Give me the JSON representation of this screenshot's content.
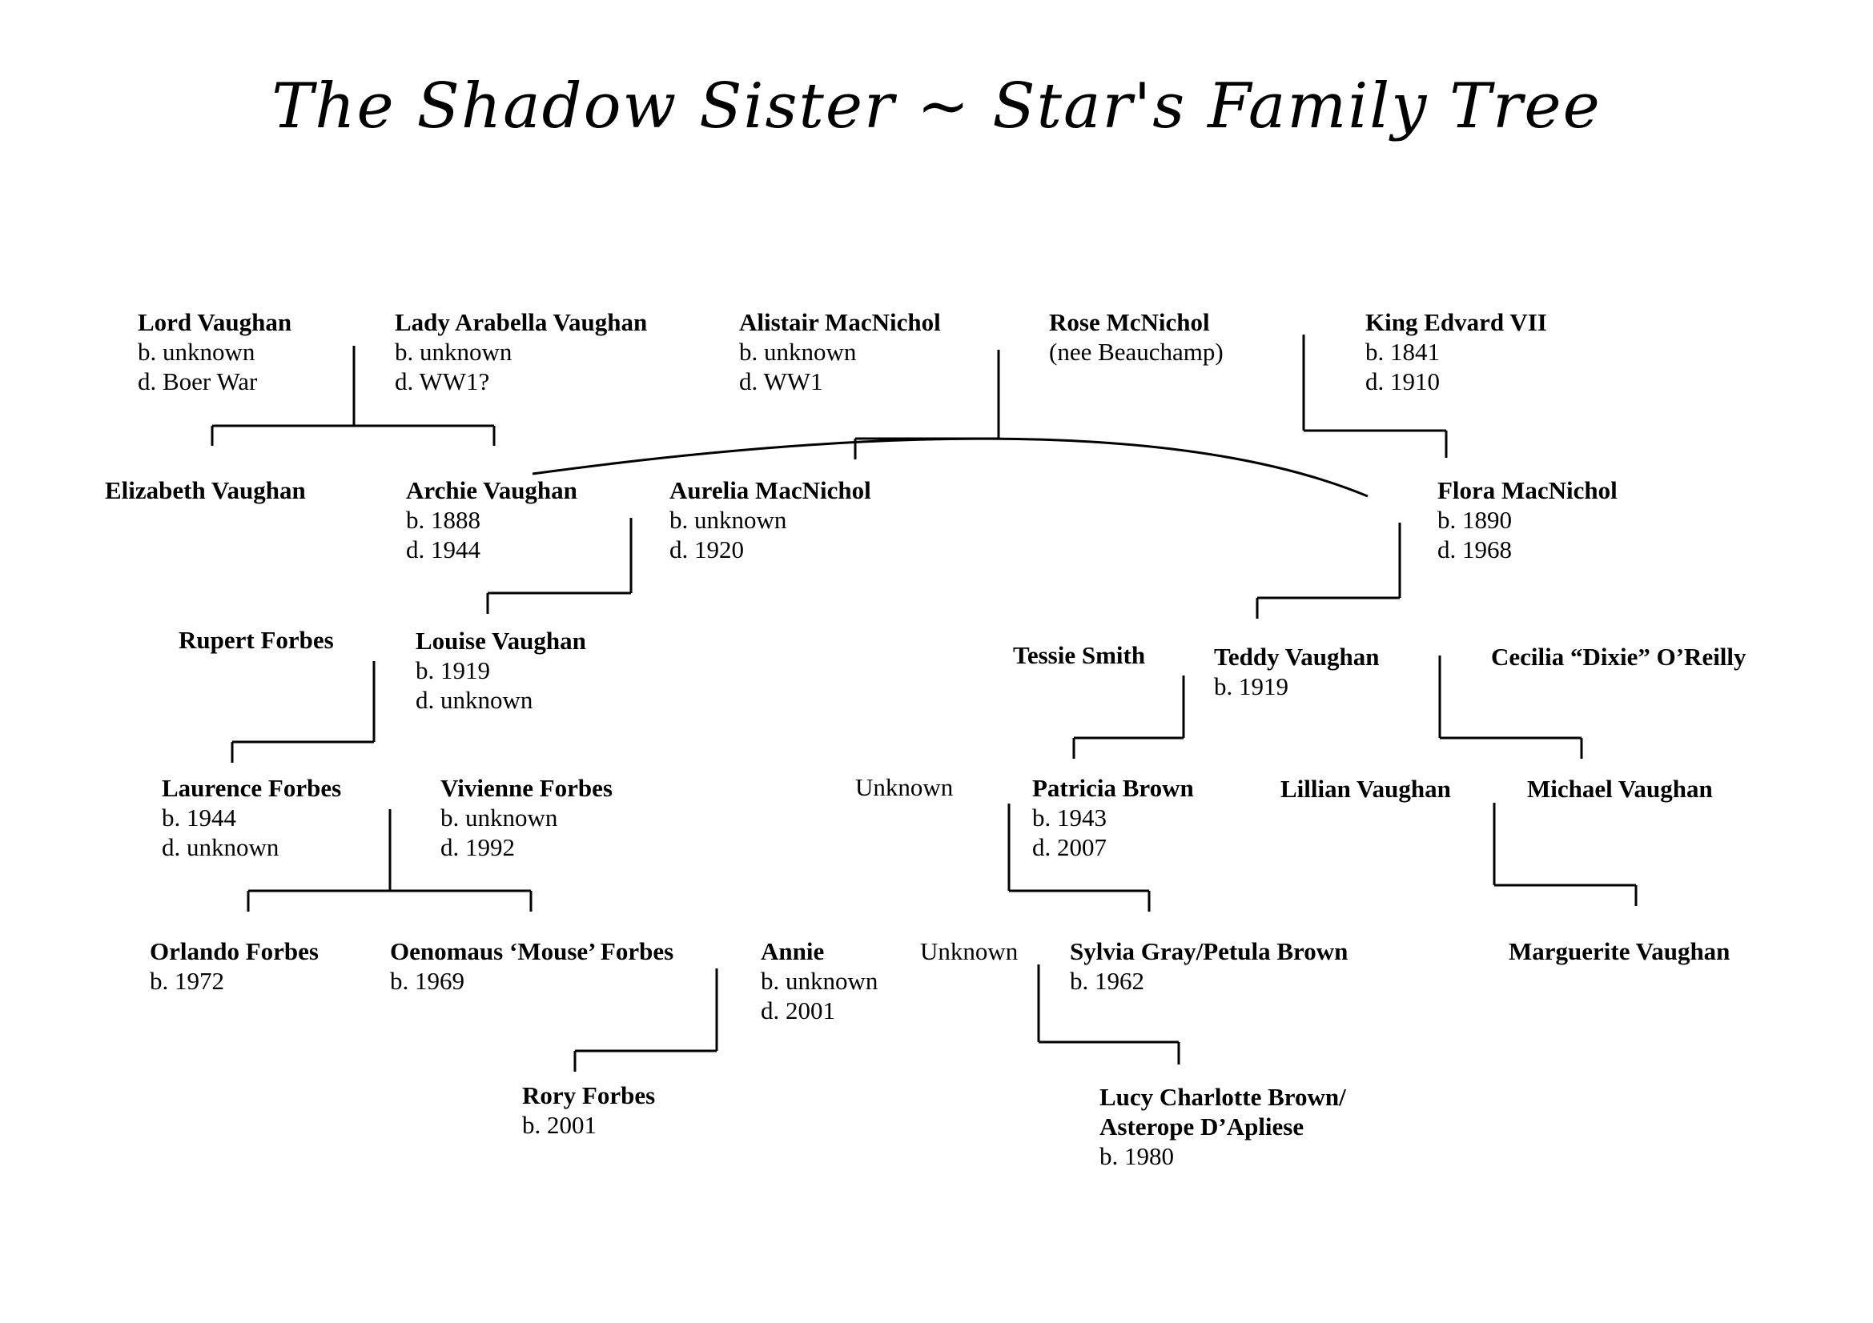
{
  "title": "The Shadow Sister ~ Star's Family Tree",
  "people": {
    "lord_vaughan": {
      "name": "Lord Vaughan",
      "line1": "b. unknown",
      "line2": "d. Boer War"
    },
    "lady_arabella": {
      "name": "Lady Arabella Vaughan",
      "line1": "b. unknown",
      "line2": "d. WW1?"
    },
    "alistair": {
      "name": "Alistair MacNichol",
      "line1": "b. unknown",
      "line2": "d. WW1"
    },
    "rose": {
      "name": "Rose McNichol",
      "line1": "(nee Beauchamp)"
    },
    "king_edvard": {
      "name": "King Edvard VII",
      "line1": "b. 1841",
      "line2": "d. 1910"
    },
    "elizabeth": {
      "name": "Elizabeth Vaughan"
    },
    "archie": {
      "name": "Archie Vaughan",
      "line1": "b. 1888",
      "line2": "d. 1944"
    },
    "aurelia": {
      "name": "Aurelia MacNichol",
      "line1": "b. unknown",
      "line2": "d. 1920"
    },
    "flora": {
      "name": "Flora MacNichol",
      "line1": "b. 1890",
      "line2": "d. 1968"
    },
    "rupert": {
      "name": "Rupert Forbes"
    },
    "louise": {
      "name": "Louise Vaughan",
      "line1": "b. 1919",
      "line2": "d. unknown"
    },
    "tessie": {
      "name": "Tessie Smith"
    },
    "teddy": {
      "name": "Teddy Vaughan",
      "line1": "b. 1919"
    },
    "cecilia": {
      "name": "Cecilia “Dixie” O’Reilly"
    },
    "laurence": {
      "name": "Laurence Forbes",
      "line1": "b. 1944",
      "line2": "d. unknown"
    },
    "vivienne": {
      "name": "Vivienne Forbes",
      "line1": "b. unknown",
      "line2": "d. 1992"
    },
    "patricia": {
      "name": "Patricia Brown",
      "line1": "b. 1943",
      "line2": "d. 2007"
    },
    "lillian": {
      "name": "Lillian Vaughan"
    },
    "michael": {
      "name": "Michael Vaughan"
    },
    "orlando": {
      "name": "Orlando Forbes",
      "line1": "b. 1972"
    },
    "mouse": {
      "name": "Oenomaus ‘Mouse’ Forbes",
      "line1": "b. 1969"
    },
    "annie": {
      "name": "Annie",
      "line1": "b. unknown",
      "line2": "d. 2001"
    },
    "sylvia": {
      "name": "Sylvia Gray/Petula Brown",
      "line1": "b. 1962"
    },
    "marguerite": {
      "name": "Marguerite Vaughan"
    },
    "rory": {
      "name": "Rory Forbes",
      "line1": "b. 2001"
    },
    "lucy": {
      "name": "Lucy Charlotte Brown/",
      "name2": "Asterope D’Apliese",
      "line1": "b. 1980"
    }
  },
  "unknown_labels": {
    "unknown_1": "Unknown",
    "unknown_2": "Unknown"
  }
}
